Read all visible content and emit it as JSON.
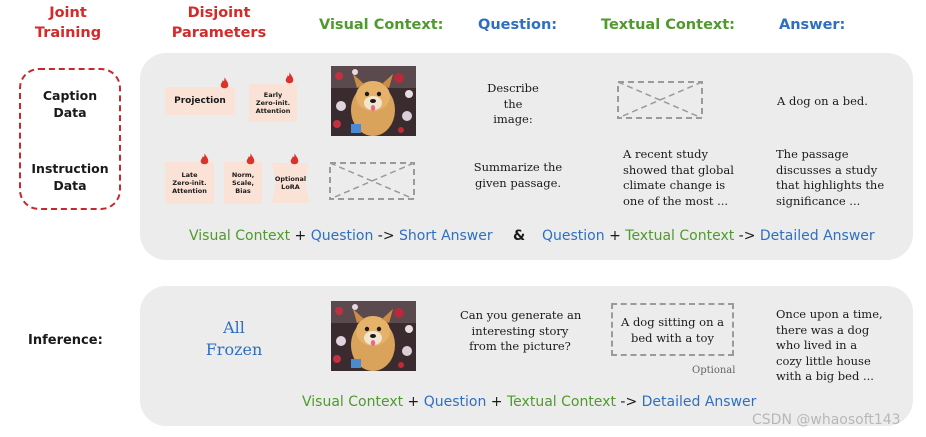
{
  "headers": {
    "joint_training": [
      "Joint",
      "Training"
    ],
    "disjoint_parameters": [
      "Disjoint",
      "Parameters"
    ],
    "visual_context": "Visual Context:",
    "question": "Question:",
    "textual_context": "Textual Context:",
    "answer": "Answer:"
  },
  "data_types": {
    "caption": [
      "Caption",
      "Data"
    ],
    "instruction": [
      "Instruction",
      "Data"
    ]
  },
  "params": {
    "projection": "Projection",
    "early_zero_init": [
      "Early",
      "Zero-init.",
      "Attention"
    ],
    "late_zero_init": [
      "Late",
      "Zero-init.",
      "Attention"
    ],
    "norm_scale_bias": [
      "Norm,",
      "Scale,",
      "Bias"
    ],
    "optional_lora": [
      "Optional",
      "LoRA"
    ]
  },
  "training": {
    "row1": {
      "question": [
        "Describe",
        "the",
        "image:"
      ],
      "answer": "A dog on a bed."
    },
    "row2": {
      "question": [
        "Summarize the",
        "given passage."
      ],
      "textual_context": [
        "A recent study",
        "showed that global",
        "climate change is",
        "one of the most ..."
      ],
      "answer": [
        "The passage",
        "discusses a study",
        "that highlights the",
        "significance ..."
      ]
    },
    "formula_left": {
      "visual_context": "Visual Context",
      "plus": " + ",
      "question": "Question",
      "arrow": " -> ",
      "short_answer": "Short Answer"
    },
    "ampersand": "&",
    "formula_right": {
      "question": "Question",
      "plus": " + ",
      "textual_context": "Textual Context",
      "arrow": " -> ",
      "detailed_answer": "Detailed Answer"
    }
  },
  "inference": {
    "label": "Inference:",
    "frozen": [
      "All",
      "Frozen"
    ],
    "question": [
      "Can you generate an",
      "interesting story",
      "from the picture?"
    ],
    "textual_context": [
      "A dog sitting on a",
      "bed with a toy"
    ],
    "optional": "Optional",
    "answer": [
      "Once upon a time,",
      "there was a dog",
      "who lived in a",
      "cozy little house",
      "with a big bed ..."
    ],
    "formula": {
      "visual_context": "Visual Context",
      "plus1": " + ",
      "question": "Question",
      "plus2": " + ",
      "textual_context": "Textual Context",
      "arrow": " -> ",
      "detailed_answer": "Detailed Answer"
    }
  },
  "watermark": "CSDN @whaosoft143",
  "colors": {
    "red": "#d42a2a",
    "green": "#4f9a2c",
    "blue": "#2f6fc0",
    "panel": "#ececec",
    "card": "#fbe2d6"
  }
}
